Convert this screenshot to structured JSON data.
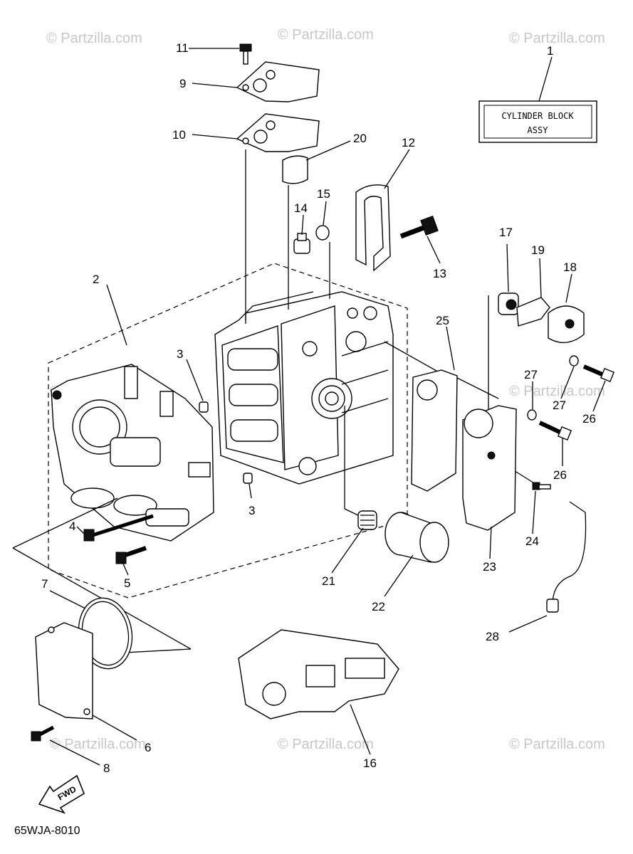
{
  "diagram": {
    "code": "65WJA-8010",
    "label_box": {
      "line1": "CYLINDER BLOCK",
      "line2": "ASSY"
    },
    "fwd_label": "FWD",
    "watermark": "© Partzilla.com",
    "callouts": [
      "1",
      "2",
      "3",
      "3",
      "4",
      "5",
      "6",
      "7",
      "8",
      "9",
      "10",
      "11",
      "12",
      "13",
      "14",
      "15",
      "16",
      "17",
      "18",
      "19",
      "20",
      "21",
      "22",
      "23",
      "24",
      "25",
      "26",
      "26",
      "27",
      "27",
      "28"
    ]
  }
}
